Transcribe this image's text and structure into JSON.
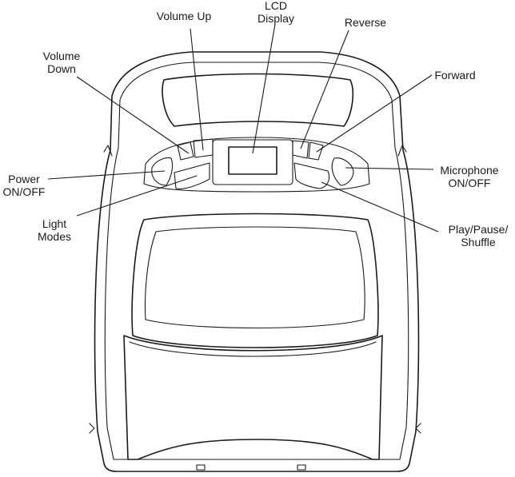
{
  "labels": {
    "volume_up": "Volume Up",
    "lcd_display_line1": "LCD",
    "lcd_display_line2": "Display",
    "reverse": "Reverse",
    "volume_down_line1": "Volume",
    "volume_down_line2": "Down",
    "forward": "Forward",
    "power_line1": "Power",
    "power_line2": "ON/OFF",
    "microphone_line1": "Microphone",
    "microphone_line2": "ON/OFF",
    "light_modes_line1": "Light",
    "light_modes_line2": "Modes",
    "play_line1": "Play/Pause/",
    "play_line2": "Shuffle"
  }
}
